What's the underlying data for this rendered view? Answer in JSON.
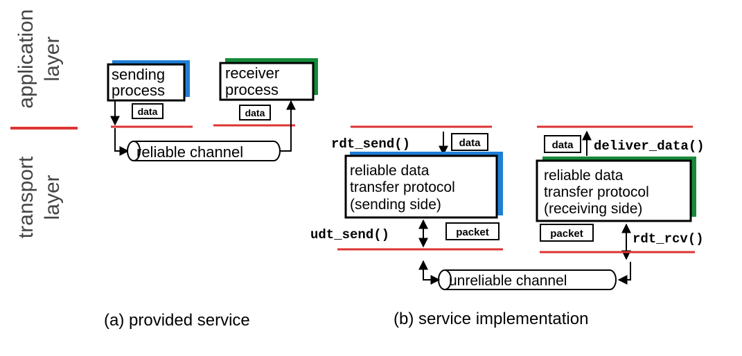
{
  "layers": {
    "application": "application layer",
    "application_line1": "application",
    "application_line2": "layer",
    "transport": "transport layer",
    "transport_line1": "transport",
    "transport_line2": "layer"
  },
  "provided_service": {
    "caption": "(a)  provided service",
    "sending_process_line1": "sending",
    "sending_process_line2": "process",
    "receiver_process_line1": "receiver",
    "receiver_process_line2": "process",
    "data_out": "data",
    "data_in": "data",
    "channel": "reliable channel"
  },
  "service_implementation": {
    "caption": "(b) service implementation",
    "rdt_send": "rdt_send()",
    "deliver_data": "deliver_data()",
    "udt_send": "udt_send()",
    "rdt_rcv": "rdt_rcv()",
    "data_send": "data",
    "data_deliver": "data",
    "packet_send": "packet",
    "packet_rcv": "packet",
    "sender_box_line1": "reliable data",
    "sender_box_line2": "transfer protocol",
    "sender_box_line3": "(sending side)",
    "receiver_box_line1": "reliable data",
    "receiver_box_line2": "transfer protocol",
    "receiver_box_line3": "(receiving side)",
    "channel": "unreliable channel"
  },
  "colors": {
    "layer_line": "#dd3333",
    "sender_accent": "#1e7fd6",
    "receiver_accent": "#168a3a",
    "ink": "#000000",
    "layer_text": "#444444"
  }
}
